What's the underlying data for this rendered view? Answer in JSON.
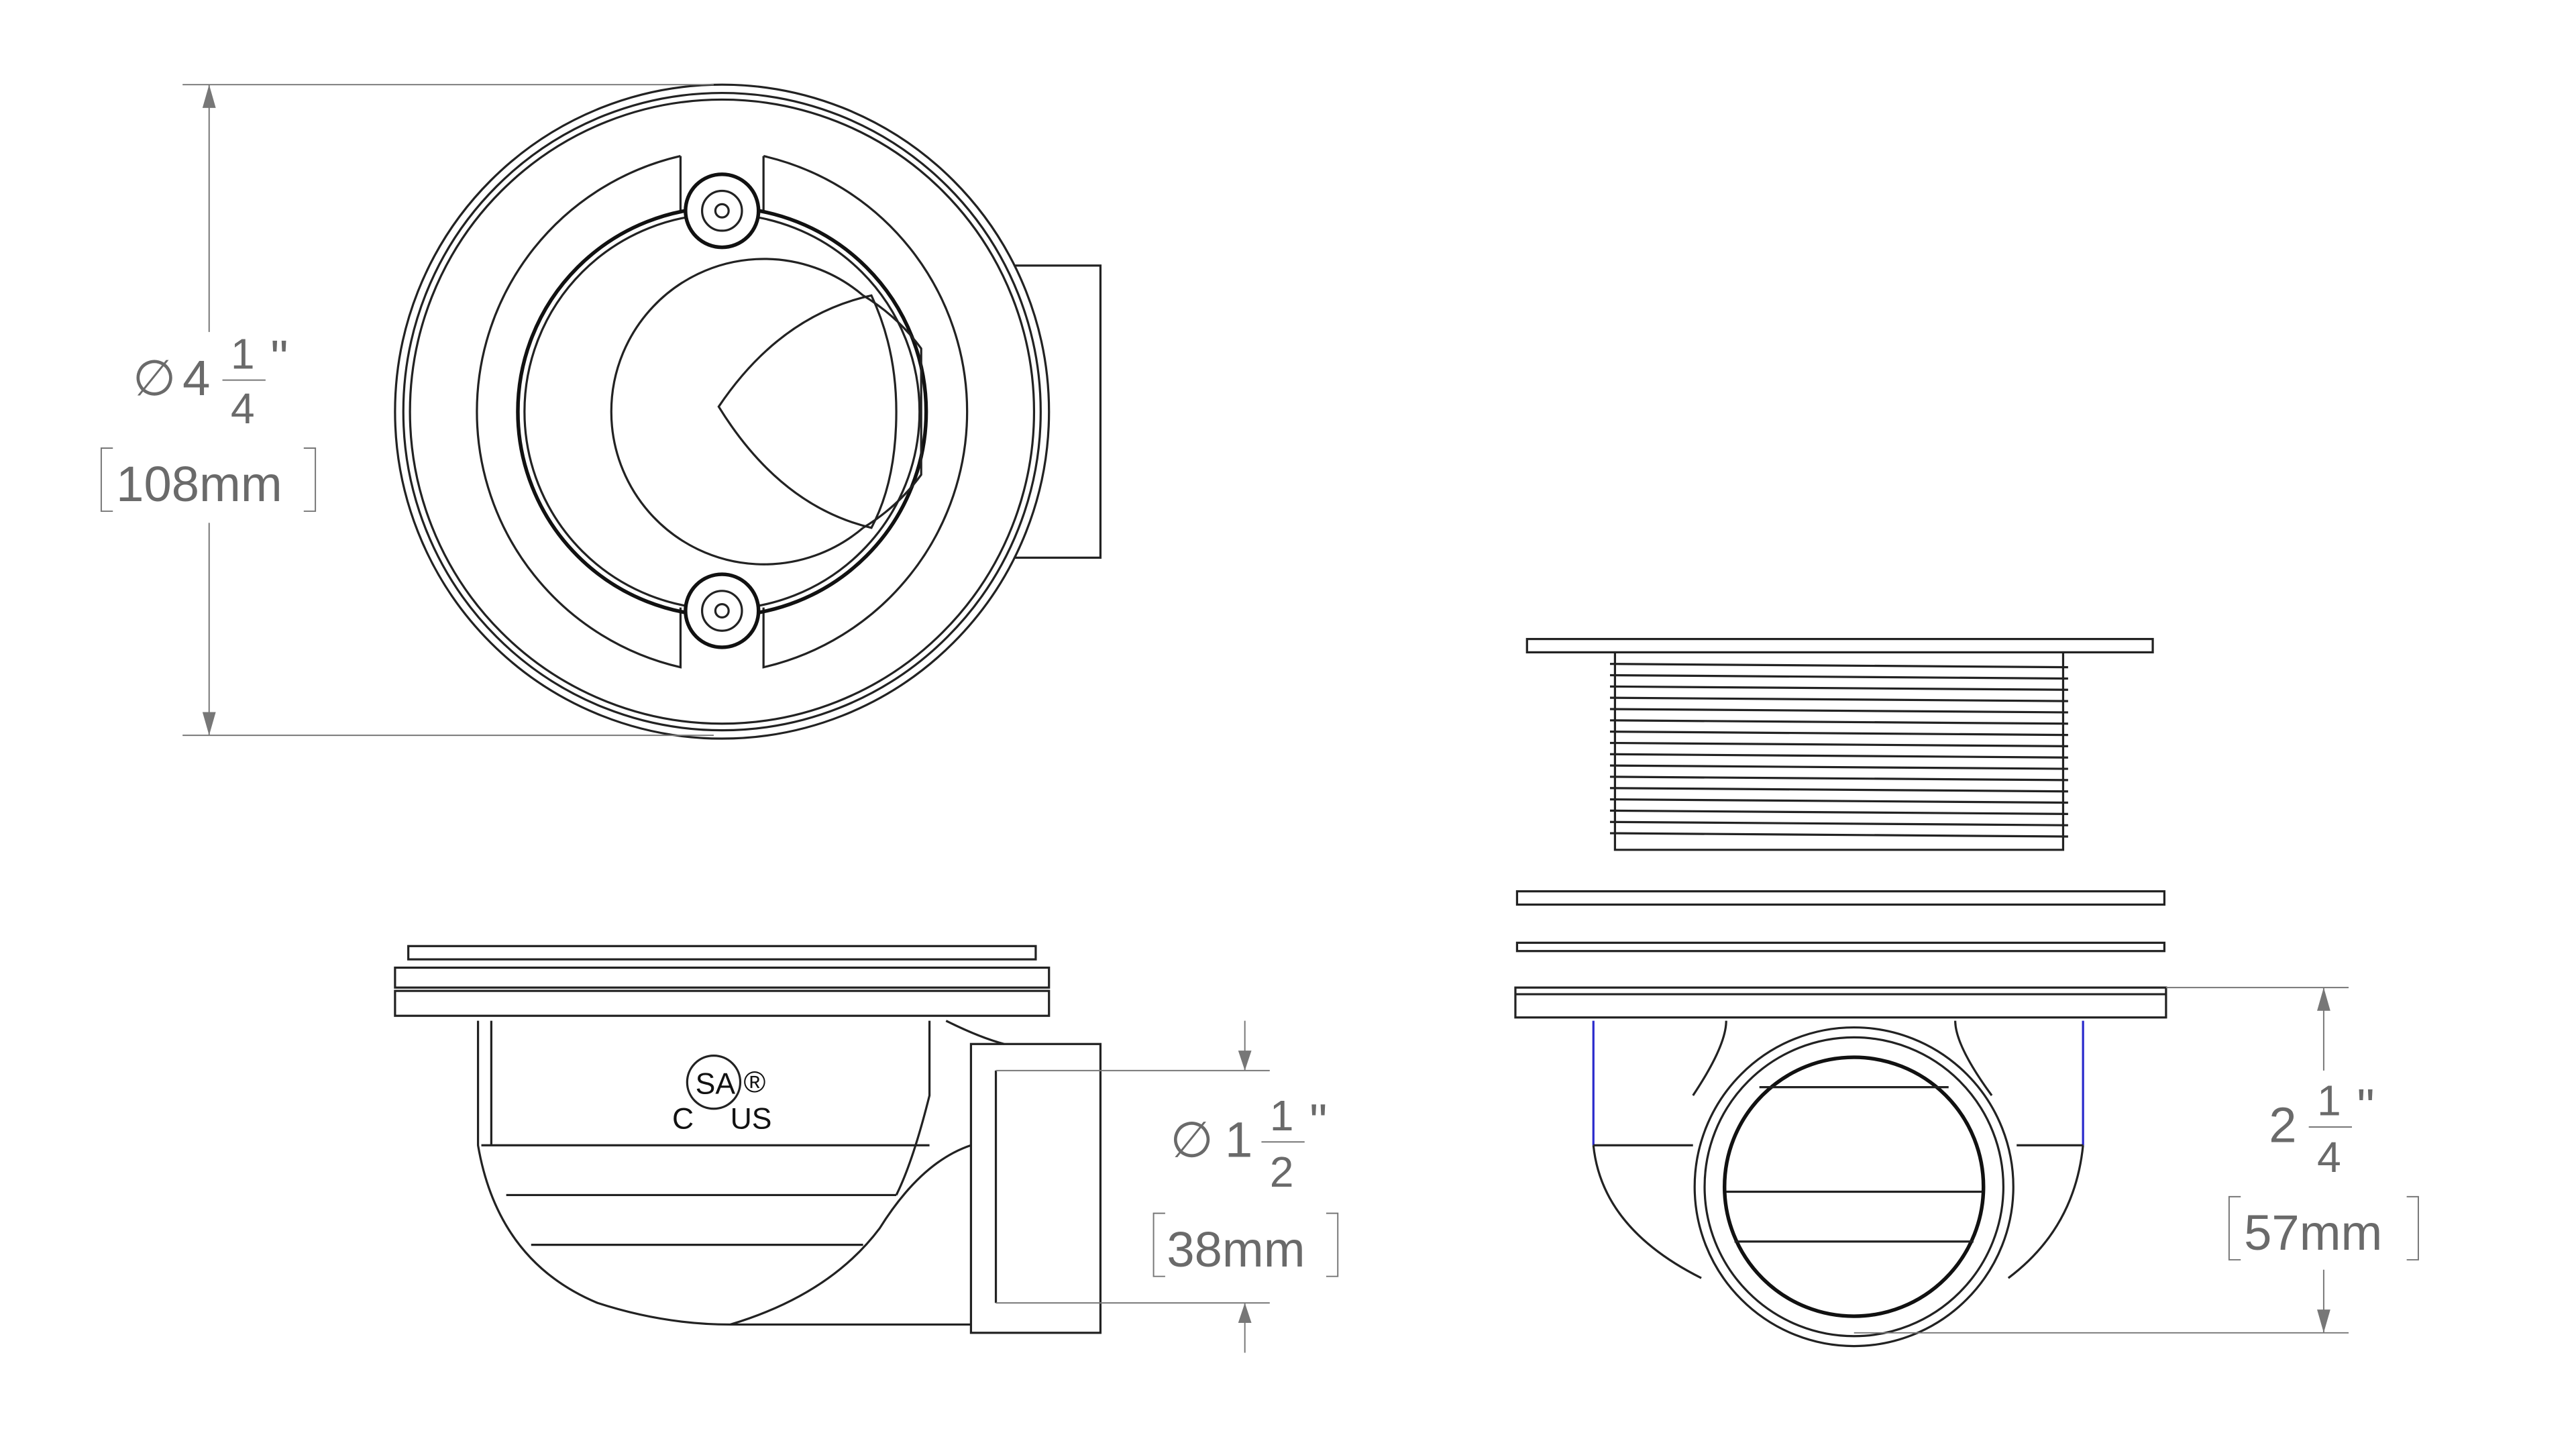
{
  "dimensions": {
    "diameter_overall": {
      "symbol": "∅",
      "whole": "4",
      "numerator": "1",
      "denominator": "4",
      "unit": "\"",
      "metric": "108mm"
    },
    "outlet_diameter": {
      "symbol": "∅",
      "whole": "1",
      "numerator": "1",
      "denominator": "2",
      "unit": "\"",
      "metric": "38mm"
    },
    "height": {
      "whole": "2",
      "numerator": "1",
      "denominator": "4",
      "unit": "\"",
      "metric": "57mm"
    }
  },
  "certification_mark": {
    "logo": "SA",
    "left": "C",
    "right": "US",
    "registered": "®"
  },
  "colors": {
    "line": "#222222",
    "dimension": "#777777",
    "accent": "#2a2acc"
  }
}
